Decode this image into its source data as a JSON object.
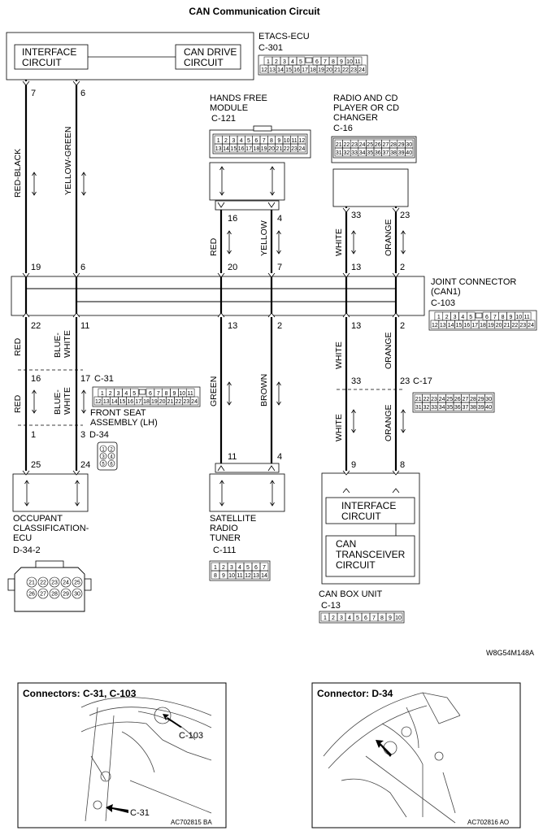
{
  "title": "CAN Communication Circuit",
  "etacs": {
    "interface_circuit": [
      "INTERFACE",
      "CIRCUIT"
    ],
    "can_drive_circuit": [
      "CAN DRIVE",
      "CIRCUIT"
    ],
    "name": "ETACS-ECU",
    "connector": "C-301"
  },
  "hands_free": {
    "name": [
      "HANDS FREE",
      "MODULE"
    ],
    "connector": "C-121"
  },
  "radio": {
    "name": [
      "RADIO AND CD",
      "PLAYER OR CD",
      "CHANGER"
    ],
    "connector": "C-16"
  },
  "joint": {
    "name": [
      "JOINT CONNECTOR",
      "(CAN1)"
    ],
    "connector": "C-103"
  },
  "front_seat": {
    "connector": "C-31",
    "name": [
      "FRONT SEAT",
      "ASSEMBLY (LH)"
    ],
    "sub_connector": "D-34"
  },
  "c17": {
    "connector": "C-17"
  },
  "occupant": {
    "name": [
      "OCCUPANT",
      "CLASSIFICATION-",
      "ECU"
    ],
    "connector": "D-34-2"
  },
  "satellite": {
    "name": [
      "SATELLITE",
      "RADIO",
      "TUNER"
    ],
    "connector": "C-111"
  },
  "can_box": {
    "interface_circuit": [
      "INTERFACE",
      "CIRCUIT"
    ],
    "transceiver": [
      "CAN",
      "TRANSCEIVER",
      "CIRCUIT"
    ],
    "name": "CAN BOX UNIT",
    "connector": "C-13"
  },
  "pins": {
    "etacs_a": "7",
    "etacs_b": "6",
    "joint_top_a": "19",
    "joint_top_b": "6",
    "hf_a": "16",
    "hf_b": "4",
    "hf_joint_a": "20",
    "hf_joint_b": "7",
    "radio_a": "33",
    "radio_b": "23",
    "radio_joint_a": "13",
    "radio_joint_b": "2",
    "joint_bot_a": "22",
    "joint_bot_b": "11",
    "c31_a": "16",
    "c31_b": "17",
    "d34_a": "1",
    "d34_b": "3",
    "occ_a": "25",
    "occ_b": "24",
    "sat_joint_a": "13",
    "sat_joint_b": "2",
    "sat_a": "11",
    "sat_b": "4",
    "cb_joint_a": "13",
    "cb_joint_b": "2",
    "c17_a": "33",
    "c17_b": "23",
    "cb_a": "9",
    "cb_b": "8"
  },
  "wires": {
    "red_black": "RED-BLACK",
    "yellow_green": "YELLOW-GREEN",
    "red": "RED",
    "yellow": "YELLOW",
    "white": "WHITE",
    "orange": "ORANGE",
    "blue": "BLUE-",
    "blue2": "WHITE",
    "green": "GREEN",
    "brown": "BROWN"
  },
  "connector_pins": {
    "c301_top": [
      "1",
      "2",
      "3",
      "4",
      "5",
      "",
      "6",
      "7",
      "8",
      "9",
      "10",
      "11"
    ],
    "c301_bot": [
      "12",
      "13",
      "14",
      "15",
      "16",
      "17",
      "18",
      "19",
      "20",
      "21",
      "22",
      "23",
      "24"
    ],
    "c121_top": [
      "1",
      "2",
      "3",
      "4",
      "5",
      "6",
      "7",
      "8",
      "9",
      "10",
      "11",
      "12"
    ],
    "c121_bot": [
      "13",
      "14",
      "15",
      "16",
      "17",
      "18",
      "19",
      "20",
      "21",
      "22",
      "23",
      "24"
    ],
    "c16_top": [
      "21",
      "22",
      "23",
      "24",
      "25",
      "26",
      "27",
      "28",
      "29",
      "30"
    ],
    "c16_bot": [
      "31",
      "32",
      "33",
      "34",
      "35",
      "36",
      "37",
      "38",
      "39",
      "40"
    ],
    "c103_top": [
      "1",
      "2",
      "3",
      "4",
      "5",
      "",
      "6",
      "7",
      "8",
      "9",
      "10",
      "11"
    ],
    "c103_bot": [
      "12",
      "13",
      "14",
      "15",
      "16",
      "17",
      "18",
      "19",
      "20",
      "21",
      "22",
      "23",
      "24"
    ],
    "c111_top": [
      "1",
      "2",
      "3",
      "4",
      "5",
      "6",
      "7"
    ],
    "c111_bot": [
      "8",
      "9",
      "10",
      "11",
      "12",
      "13",
      "14"
    ],
    "c13": [
      "1",
      "2",
      "3",
      "4",
      "5",
      "6",
      "7",
      "8",
      "9",
      "10"
    ],
    "d34": [
      "1",
      "2",
      "3",
      "4",
      "5",
      "6"
    ],
    "d342_top": [
      "21",
      "22",
      "23",
      "24",
      "25"
    ],
    "d342_bot": [
      "26",
      "27",
      "28",
      "29",
      "30"
    ]
  },
  "code": "W8G54M148A",
  "photo1": {
    "title": "Connectors: C-31, C-103",
    "label_a": "C-103",
    "label_b": "C-31",
    "code": "AC702815 BA"
  },
  "photo2": {
    "title": "Connector: D-34",
    "code": "AC702816 AO"
  }
}
